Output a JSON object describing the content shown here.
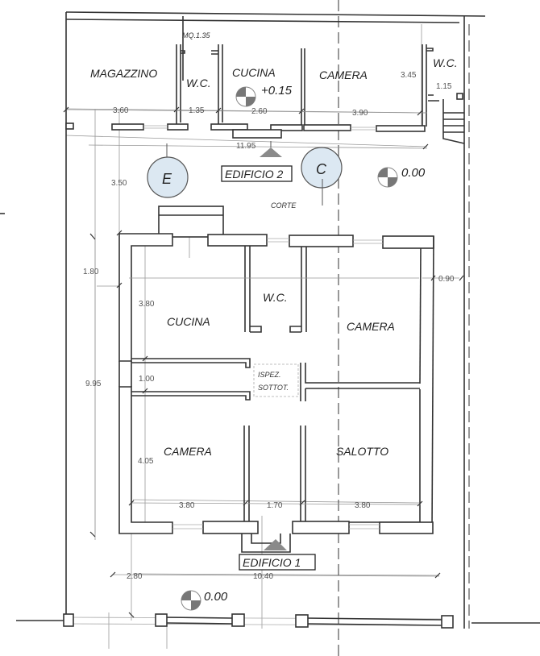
{
  "plan": {
    "colors": {
      "line": "#333333",
      "dim": "#555555",
      "arrow": "#8a8a8a",
      "section_fill": "#dce8f2",
      "level_fill": "#777777"
    },
    "annotations": {
      "area_note": "MQ.1.35",
      "court": "CORTE",
      "inspection_line1": "ISPEZ.",
      "inspection_line2": "SOTTOT."
    },
    "building2": {
      "label": "EDIFICIO 2",
      "rooms": [
        {
          "name": "MAGAZZINO"
        },
        {
          "name": "W.C."
        },
        {
          "name": "CUCINA"
        },
        {
          "name": "CAMERA"
        },
        {
          "name": "W.C."
        }
      ],
      "level": "+0.15"
    },
    "building1": {
      "label": "EDIFICIO 1",
      "rooms": [
        {
          "name": "CUCINA"
        },
        {
          "name": "W.C."
        },
        {
          "name": "CAMERA"
        },
        {
          "name": "CAMERA"
        },
        {
          "name": "SALOTTO"
        }
      ]
    },
    "levels": {
      "court": "0.00",
      "street": "0.00"
    },
    "sections": {
      "e": "E",
      "c": "C"
    },
    "dimensions": {
      "b2_magazzino_w": "3.60",
      "b2_wc_w": "1.35",
      "b2_cucina_w": "2.60",
      "b2_camera_w": "3.90",
      "b2_wc2_w": "1.15",
      "b2_depth": "3.45",
      "b2_total_w": "11.95",
      "court_depth": "3.50",
      "left_setback": "1.80",
      "right_setback": "0.90",
      "b1_cucina_h": "3.80",
      "b1_corridor_h": "1.00",
      "b1_camera_h": "4.05",
      "b1_total_h": "9.95",
      "b1_camera_w": "3.80",
      "b1_hall_w": "1.70",
      "b1_salotto_w": "3.80",
      "front_yard": "2.80",
      "b1_total_w": "10.40"
    }
  }
}
